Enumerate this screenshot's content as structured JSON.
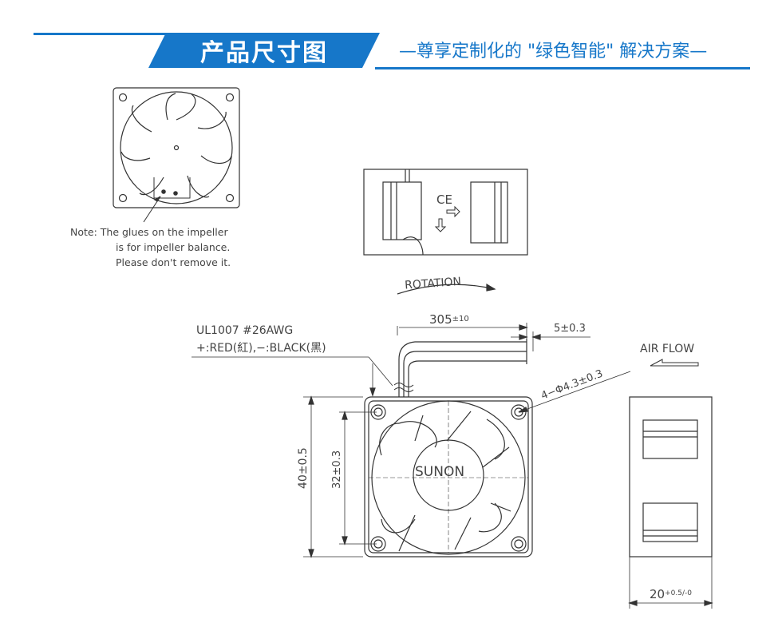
{
  "header": {
    "title": "产品尺寸图",
    "slogan": "—尊享定制化的 \"绿色智能\" 解决方案—",
    "accent_color": "#1677c9"
  },
  "note": {
    "line1": "Note:  The glues on the impeller",
    "line2": "is for impeller balance.",
    "line3": "Please don't remove it."
  },
  "labels": {
    "ce_mark": "CE",
    "rotation": "ROTATION",
    "wire_spec": "UL1007  #26AWG",
    "wire_colors": "+:RED(紅),−:BLACK(黑)",
    "air_flow": "AIR FLOW",
    "brand": "SUNON"
  },
  "dimensions": {
    "cable_length": "305",
    "cable_length_tol": "±10",
    "strip_length": "5±0.3",
    "hole_spec": "4−Φ4.3±0.3",
    "outer_size": "40±0.5",
    "hole_pitch": "32±0.3",
    "depth": "20",
    "depth_tol": "+0.5/-0"
  }
}
